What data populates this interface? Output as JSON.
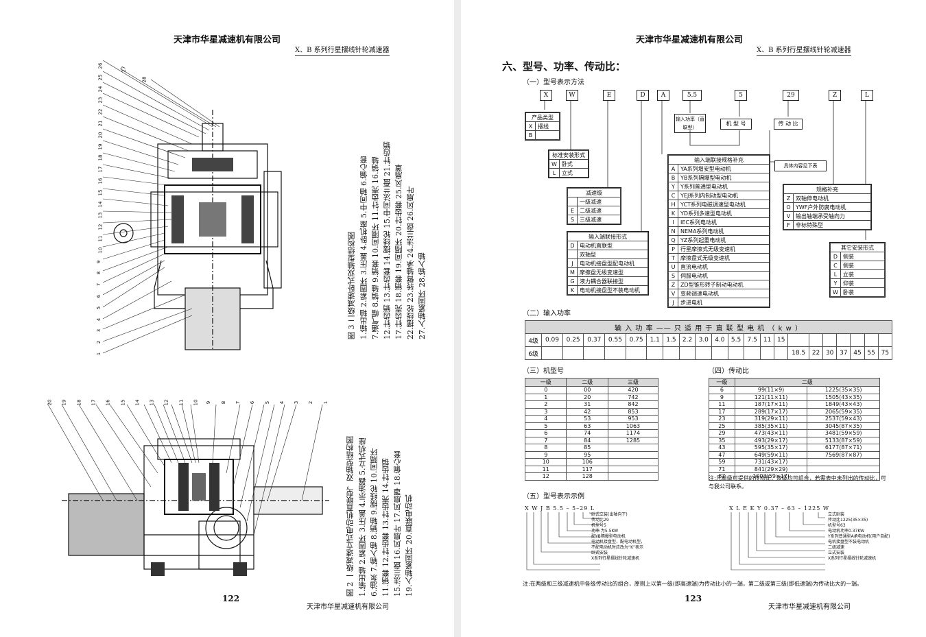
{
  "company": "天津市华星减速机有限公司",
  "series": "X、B 系列行星摆线针轮减速器",
  "left": {
    "page_number": "122",
    "fig3_caption": "图 3 二级减速卧式双轴型结构图",
    "fig3_parts": [
      "1.输出轴 2.紧固环 3.压盖 4.卧机座 5.中间轴 6.偏心套",
      "7.通气帽 8.销轴 9.销套 10.间隔环 11.针齿壳 16.销轴",
      "12.针齿销 13.针齿套 14.摆线轮 15.中间法兰盘 21.针齿销",
      "17.针齿壳 18.销套 19.间隔环 20.针齿套 25.风扇罩",
      "22.摆线轮 23.转臂轴承 24.法兰盘 26.风扇叶",
      "27.入轴紧固环 28.输入轴"
    ],
    "fig2_caption": "图 2 一级减速立式电动机直联型，双轴型结构图",
    "fig2_parts": [
      "1.输出轴 2.紧固环 3.压盖 4.示油器 5.立式机座",
      "6.油泵 7.输入轴 8.销轴 9.摆线轮 10.间隔环",
      "11.销套 12.针齿套 13.针齿壳 14.针齿销",
      "15.法兰盘 16.风扇叶 17.风扇罩 18.偏心套",
      "19.入轴紧固环 20.直联电动机"
    ],
    "fig3_labels": [
      "1",
      "2",
      "3",
      "4",
      "5",
      "6",
      "7",
      "8",
      "9",
      "10",
      "11",
      "12",
      "13",
      "14",
      "15",
      "16",
      "17",
      "18",
      "19",
      "20",
      "21",
      "22",
      "23",
      "24",
      "25",
      "26",
      "27",
      "28"
    ],
    "fig2_labels": [
      "20",
      "19",
      "18",
      "17",
      "16",
      "15",
      "14",
      "13",
      "12",
      "11",
      "10",
      "9",
      "8",
      "7",
      "6",
      "5",
      "4",
      "3",
      "2",
      "1"
    ]
  },
  "right": {
    "page_number": "123",
    "section_title": "六、型号、功率、传动比：",
    "sub1": "（一）型号表示方法",
    "codes": [
      "X",
      "W",
      "E",
      "D",
      "A",
      "5.5",
      "5",
      "29",
      "Z",
      "L"
    ],
    "product_type": {
      "title": "产品类型",
      "rows": [
        [
          "X",
          "摆线"
        ],
        [
          "B",
          ""
        ]
      ]
    },
    "mount_std": {
      "title": "标准安装形式",
      "rows": [
        [
          "W",
          "卧式"
        ],
        [
          "L",
          "立式"
        ]
      ]
    },
    "stages": {
      "title": "减速级",
      "rows": [
        [
          "",
          "一级减速"
        ],
        [
          "E",
          "二级减速"
        ],
        [
          "S",
          "三级减速"
        ]
      ]
    },
    "input_conn": {
      "title": "输入端联接形式",
      "rows": [
        [
          "D",
          "电动机直联型"
        ],
        [
          "",
          "双轴型"
        ],
        [
          "J",
          "电动机接盘型配电动机"
        ],
        [
          "M",
          "摩擦盘无级变速型"
        ],
        [
          "G",
          "液力耦合器联接型"
        ],
        [
          "K",
          "电动机接盘型不装电动机"
        ]
      ]
    },
    "input_spec": {
      "title": "输入端联接规格补充",
      "rows": [
        [
          "A",
          "YA系列增安型电动机"
        ],
        [
          "B",
          "YB系列隔爆型电动机"
        ],
        [
          "Y",
          "Y系列普通型电动机"
        ],
        [
          "C",
          "YEJ系列内制动型电动机"
        ],
        [
          "H",
          "YCT系列电磁调速型电动机"
        ],
        [
          "K",
          "YD系列多速型电动机"
        ],
        [
          "I",
          "IEC系列电动机"
        ],
        [
          "N",
          "NEMA系列电动机"
        ],
        [
          "Q",
          "YZ系列起重电动机"
        ],
        [
          "P",
          "行星摩擦式无级变速机"
        ],
        [
          "T",
          "摩擦盘式无级变速机"
        ],
        [
          "U",
          "直流电动机"
        ],
        [
          "S",
          "伺服电动机"
        ],
        [
          "Z",
          "ZD型锥形转子制动电动机"
        ],
        [
          "V",
          "变频调速电动机"
        ],
        [
          "J",
          "步进电机"
        ]
      ]
    },
    "power_label": "输入功率（直联型）",
    "model_label": "机 型 号",
    "ratio_label": "传 动 比",
    "see_below": "具体内容见下表",
    "spec_add": {
      "title": "规格补充",
      "rows": [
        [
          "Z",
          "双轴伸电动机"
        ],
        [
          "O",
          "YWF户外防腐电动机"
        ],
        [
          "V",
          "输出轴端承受轴向力"
        ],
        [
          "F",
          "非标特殊型"
        ]
      ]
    },
    "other_mount": {
      "title": "其它安装形式",
      "rows": [
        [
          "D",
          "侧装"
        ],
        [
          "C",
          "侧装"
        ],
        [
          "L",
          "立装"
        ],
        [
          "Y",
          "仰装"
        ],
        [
          "W",
          "卧装"
        ]
      ]
    },
    "sub2": "（二）输入功率",
    "power_table": {
      "header": "输 入 功 率 —— 只 适 用 于 直 联 型 电 机 （ k w ）",
      "row4_label": "4级",
      "row4": [
        "0.09",
        "0.25",
        "0.37",
        "0.55",
        "0.75",
        "1.1",
        "1.5",
        "2.2",
        "3.0",
        "4.0",
        "5.5",
        "7.5",
        "11",
        "15"
      ],
      "row6_label": "6级",
      "row6": [
        "18.5",
        "22",
        "30",
        "37",
        "45",
        "55",
        "75"
      ]
    },
    "sub3": "（三）机型号",
    "frame_table": {
      "headers": [
        "一级",
        "二级",
        "三级"
      ],
      "rows": [
        [
          "0",
          "00",
          "420"
        ],
        [
          "1",
          "20",
          "742"
        ],
        [
          "2",
          "31",
          "842"
        ],
        [
          "3",
          "42",
          "853"
        ],
        [
          "4",
          "53",
          "953"
        ],
        [
          "5",
          "63",
          "1063"
        ],
        [
          "6",
          "74",
          "1174"
        ],
        [
          "7",
          "84",
          "1285"
        ],
        [
          "8",
          "85",
          ""
        ],
        [
          "9",
          "95",
          ""
        ],
        [
          "10",
          "106",
          ""
        ],
        [
          "11",
          "117",
          ""
        ],
        [
          "12",
          "128",
          ""
        ]
      ]
    },
    "sub4": "（四）传动比",
    "ratio_table": {
      "headers": [
        "一级",
        "二级"
      ],
      "rows": [
        [
          "6",
          "99(11×9)",
          "1225(35×35)"
        ],
        [
          "9",
          "121(11×11)",
          "1505(43×35)"
        ],
        [
          "11",
          "187(17×11)",
          "1849(43×43)"
        ],
        [
          "17",
          "289(17×17)",
          "2065(59×35)"
        ],
        [
          "23",
          "319(29×11)",
          "2537(59×43)"
        ],
        [
          "25",
          "385(35×11)",
          "3045(87×35)"
        ],
        [
          "29",
          "473(43×11)",
          "3481(59×59)"
        ],
        [
          "35",
          "493(29×17)",
          "5133(87×59)"
        ],
        [
          "43",
          "595(35×17)",
          "6177(87×71)"
        ],
        [
          "47",
          "649(59×11)",
          "7569(87×87)"
        ],
        [
          "59",
          "731(43×17)",
          ""
        ],
        [
          "71",
          "841(29×29)",
          ""
        ],
        [
          "87",
          "1003(59×17)",
          ""
        ]
      ]
    },
    "ratio_note": "注:凡单级可提供的传动比，双级均可组合，若需表中未列出的传动比，可与我公司联系。",
    "sub5": "（五）型号表示示例",
    "ex1_code": "X W J B 5.5 – 5–29 L",
    "ex1_lines": [
      "卧式立装(出轴向下)",
      "传动比29",
      "机型号5",
      "功率 为5.5KW",
      "配YB隔爆型电动机",
      "电动机接盘型，配电动机型，",
      "不配电动机时应改为“K”表示",
      "卧式安装",
      "X系列行星摆线针轮减速机"
    ],
    "ex2_code": "X L E K Y 0.37 – 63 – 1225 W",
    "ex2_lines": [
      "立式卧装",
      "传动比1225(35×35)",
      "机型号63",
      "电动机功率0.37KW",
      "Y系列普通型A承电动机(用户自配)",
      "电机接盘型不装电动机",
      "二级减速",
      "立式安装",
      "X系列行星摆线针轮减速机"
    ],
    "bottom_note": "注:在两级和三级减速机中各级传动比的组合，原则上以第一级(即高速端)为传动比小的一端，第二级或第三级(即低速端)为传动比大的一端。"
  }
}
